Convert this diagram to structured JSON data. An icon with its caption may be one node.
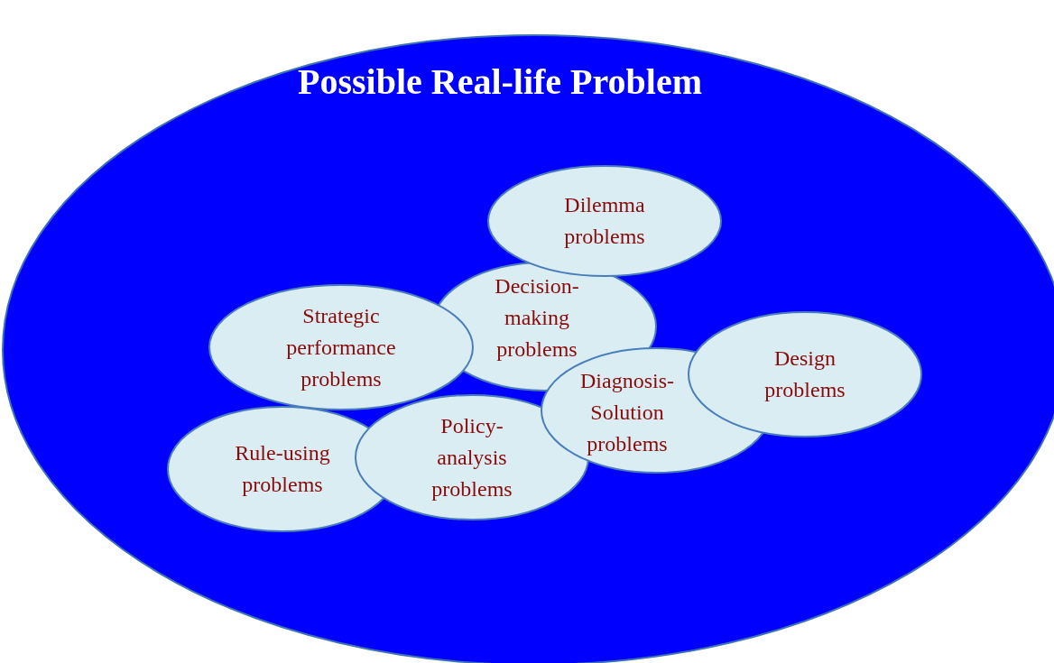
{
  "diagram": {
    "nodes": [
      {
        "text": [
          "Possible Real-life Problem"
        ]
      },
      {
        "text": [
          "Dilemma problems"
        ],
        "in": 0
      },
      {
        "text": [
          "Decision- making problems"
        ],
        "in": 0
      },
      {
        "text": [
          "Strategic performance problems"
        ],
        "in": 0
      },
      {
        "text": [
          "Design problems"
        ],
        "in": 0
      },
      {
        "text": [
          "Diagnosis- Solution problems"
        ],
        "in": 0
      },
      {
        "text": [
          "Rule-using problems"
        ],
        "in": 0
      },
      {
        "text": [
          "Policy- analysis problems"
        ],
        "in": 0
      }
    ]
  }
}
